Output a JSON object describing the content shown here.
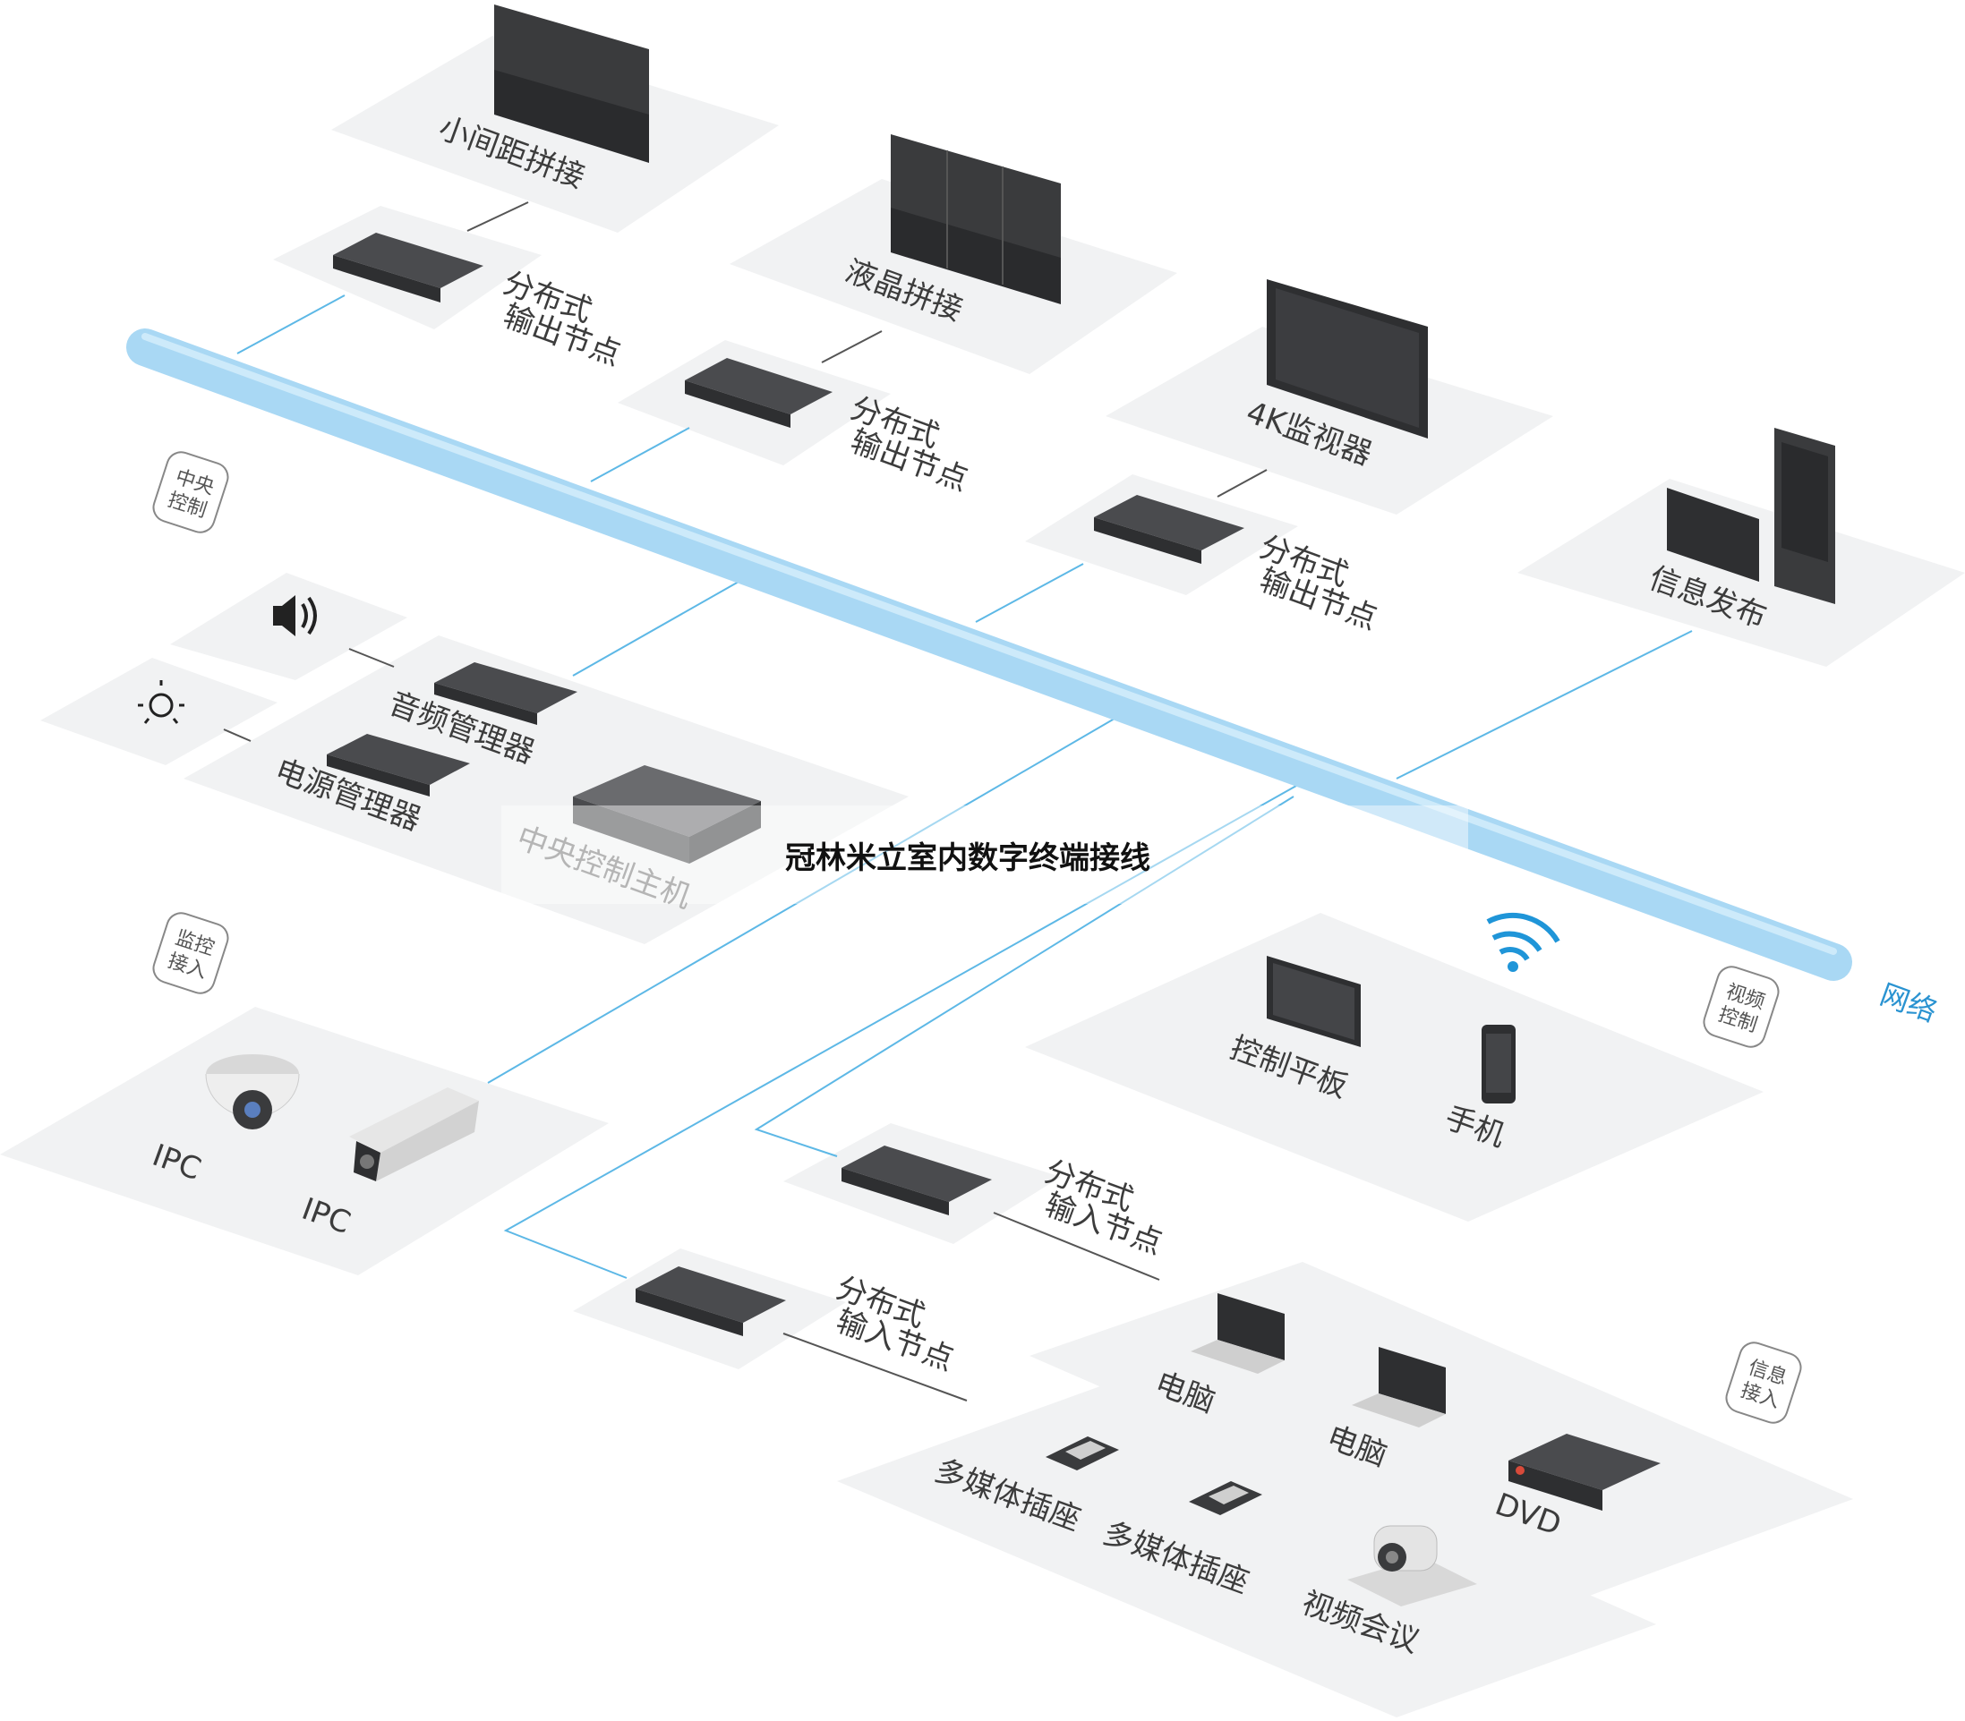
{
  "title": "冠林米立室内数字终端接线",
  "network_label": "网络",
  "colors": {
    "network_bus": "#a9d8f4",
    "connector": "#5db8e6",
    "platform": "#f1f2f3",
    "device_dark": "#3a3b3d",
    "text": "#3c3c3c"
  },
  "tags": {
    "central_control": [
      "中央",
      "控制"
    ],
    "monitor_access": [
      "监控",
      "接入"
    ],
    "video_control": [
      "视频",
      "控制"
    ],
    "info_access": [
      "信息",
      "接入"
    ]
  },
  "outputs": {
    "small_pitch": "小间距拼接",
    "lcd_splice": "液晶拼接",
    "monitor_4k": "4K监视器",
    "info_release": "信息发布"
  },
  "nodes": {
    "output_line1": "分布式",
    "output_line2": "输出节点",
    "input_line1": "分布式",
    "input_line2": "输入节点"
  },
  "central": {
    "speaker_icon": "speaker-icon",
    "light_icon": "light-icon",
    "audio_manager": "音频管理器",
    "power_manager": "电源管理器",
    "central_host": "中央控制主机"
  },
  "monitoring": {
    "ipc_1": "IPC",
    "ipc_2": "IPC"
  },
  "mobile": {
    "control_tablet": "控制平板",
    "phone": "手机",
    "wifi_icon": "wifi-icon"
  },
  "inputs": {
    "pc_1": "电脑",
    "pc_2": "电脑",
    "dvd": "DVD",
    "socket_1": "多媒体插座",
    "socket_2": "多媒体插座",
    "video_conf": "视频会议"
  }
}
